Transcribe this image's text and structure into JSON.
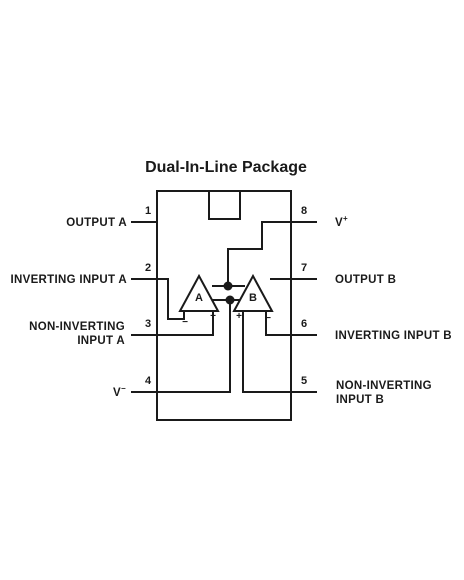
{
  "title": "Dual-In-Line Package",
  "pins": [
    {
      "num": "1",
      "label": [
        "OUTPUT A"
      ]
    },
    {
      "num": "2",
      "label": [
        "INVERTING INPUT A"
      ]
    },
    {
      "num": "3",
      "label": [
        "NON-INVERTING",
        "INPUT A"
      ]
    },
    {
      "num": "4",
      "label": [
        "V−"
      ]
    },
    {
      "num": "5",
      "label": [
        "NON-INVERTING",
        "INPUT B"
      ]
    },
    {
      "num": "6",
      "label": [
        "INVERTING INPUT B"
      ]
    },
    {
      "num": "7",
      "label": [
        "OUTPUT B"
      ]
    },
    {
      "num": "8",
      "label": [
        "V+"
      ]
    }
  ],
  "amplifiers": {
    "a": {
      "name": "A",
      "minus": "−",
      "plus": "+"
    },
    "b": {
      "name": "B",
      "minus": "−",
      "plus": "+"
    }
  },
  "colors": {
    "ink": "#1a1a1a",
    "background": "#ffffff"
  }
}
